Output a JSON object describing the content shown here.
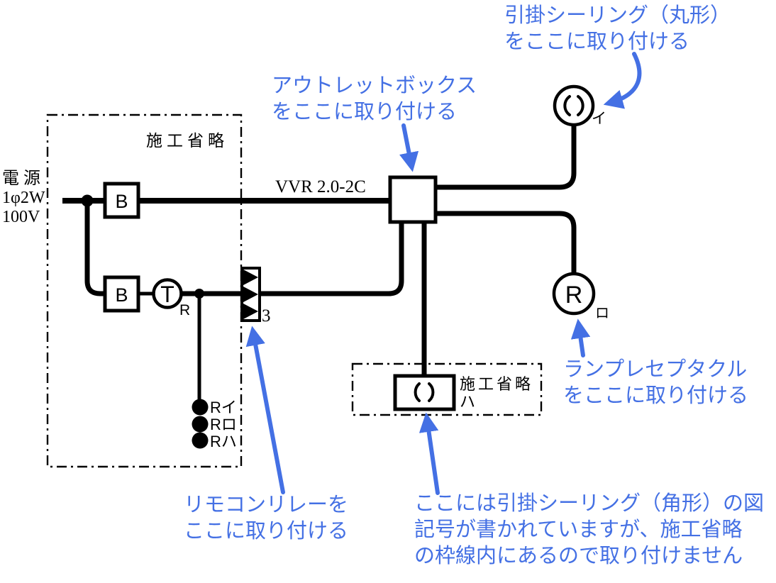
{
  "colors": {
    "annotation-blue": "#4470E4",
    "line-black": "#000000",
    "bg": "#FFFFFF"
  },
  "power_source": {
    "name_label": "電 源",
    "phase_label": "1φ2W",
    "voltage_label": "100V"
  },
  "cable": {
    "label": "VVR 2.0-2C"
  },
  "omission_left": {
    "label": "施工省略"
  },
  "omission_bottom": {
    "label": "施工省略"
  },
  "breakers": {
    "b1_label": "B",
    "b2_label": "B"
  },
  "transformer": {
    "label": "T",
    "subscript": "R"
  },
  "relay": {
    "count": "3"
  },
  "relay_outputs": [
    {
      "label": "Rイ"
    },
    {
      "label": "Rロ"
    },
    {
      "label": "Rハ"
    }
  ],
  "devices": {
    "ceiling_round": {
      "suffix": "イ"
    },
    "lamp": {
      "label": "R",
      "suffix": "ロ"
    },
    "ceiling_square": {
      "suffix": "ハ"
    }
  },
  "annotations": {
    "ceiling_round": {
      "line1": "引掛シーリング（丸形）",
      "line2": "をここに取り付ける"
    },
    "outlet_box": {
      "line1": "アウトレットボックス",
      "line2": "をここに取り付ける"
    },
    "lamp": {
      "line1": "ランプレセプタクル",
      "line2": "をここに取り付ける"
    },
    "relay": {
      "line1": "リモコンリレーを",
      "line2": "ここに取り付ける"
    },
    "ceiling_square": {
      "line1": "ここには引掛シーリング（角形）の図",
      "line2": "記号が書かれていますが、施工省略",
      "line3": "の枠線内にあるので取り付けません"
    }
  }
}
